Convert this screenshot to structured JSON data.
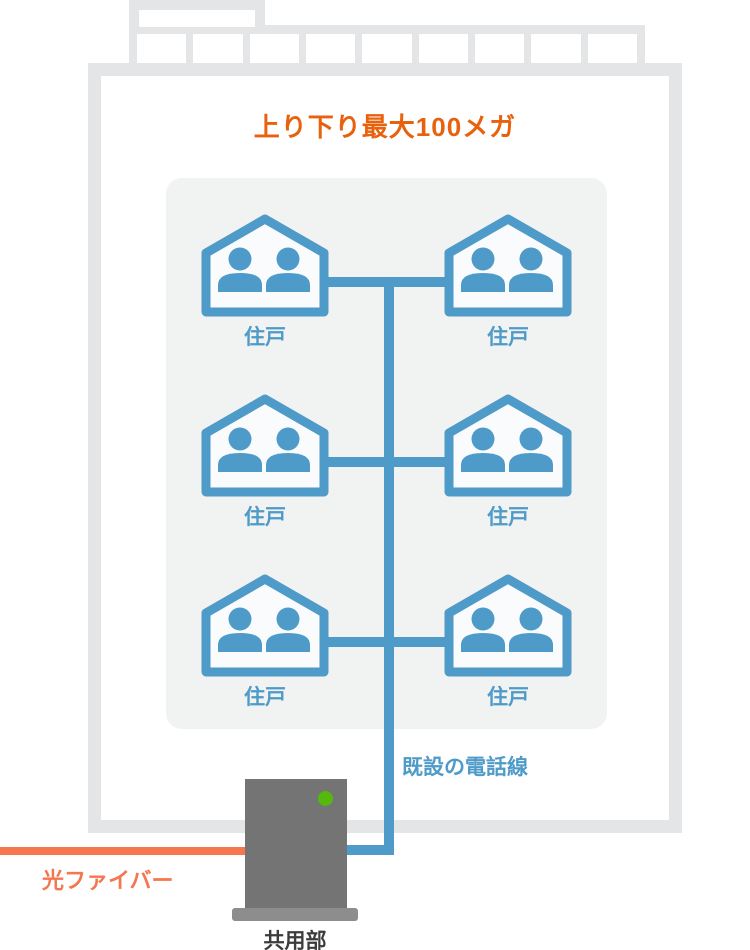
{
  "title": "上り下り最大100メガ",
  "units": [
    {
      "label": "住戸"
    },
    {
      "label": "住戸"
    },
    {
      "label": "住戸"
    },
    {
      "label": "住戸"
    },
    {
      "label": "住戸"
    },
    {
      "label": "住戸"
    }
  ],
  "phone_line_label": "既設の電話線",
  "fiber_label": "光ファイバー",
  "common_area_label": "共用部",
  "icons": {
    "residents-icon": "two person silhouettes inside pentagon house outline",
    "led-indicator": "green status dot on device"
  },
  "colors": {
    "line_blue": "#4e9ac8",
    "title_orange": "#e8620e",
    "fiber_orange": "#f5764f",
    "building_gray": "#e4e5e6",
    "panel_gray": "#f1f2f2",
    "device_gray": "#747474",
    "pedestal_gray": "#8d8d8d",
    "led_green": "#55b80c"
  }
}
